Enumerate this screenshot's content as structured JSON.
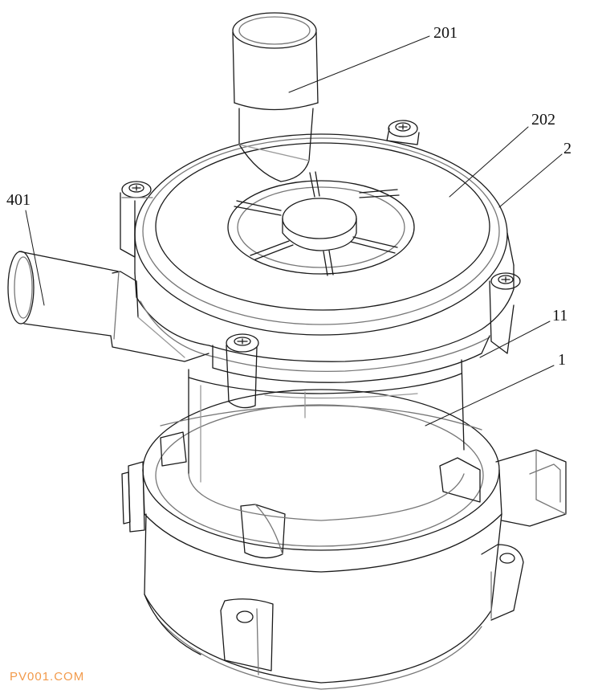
{
  "labels": {
    "l201": "201",
    "l202": "202",
    "l2": "2",
    "l401": "401",
    "l11": "11",
    "l1": "1"
  },
  "watermark": "PV001.COM",
  "colors": {
    "line": "#1a1a1a",
    "light_line": "#777777",
    "watermark": "#f29a4b"
  }
}
